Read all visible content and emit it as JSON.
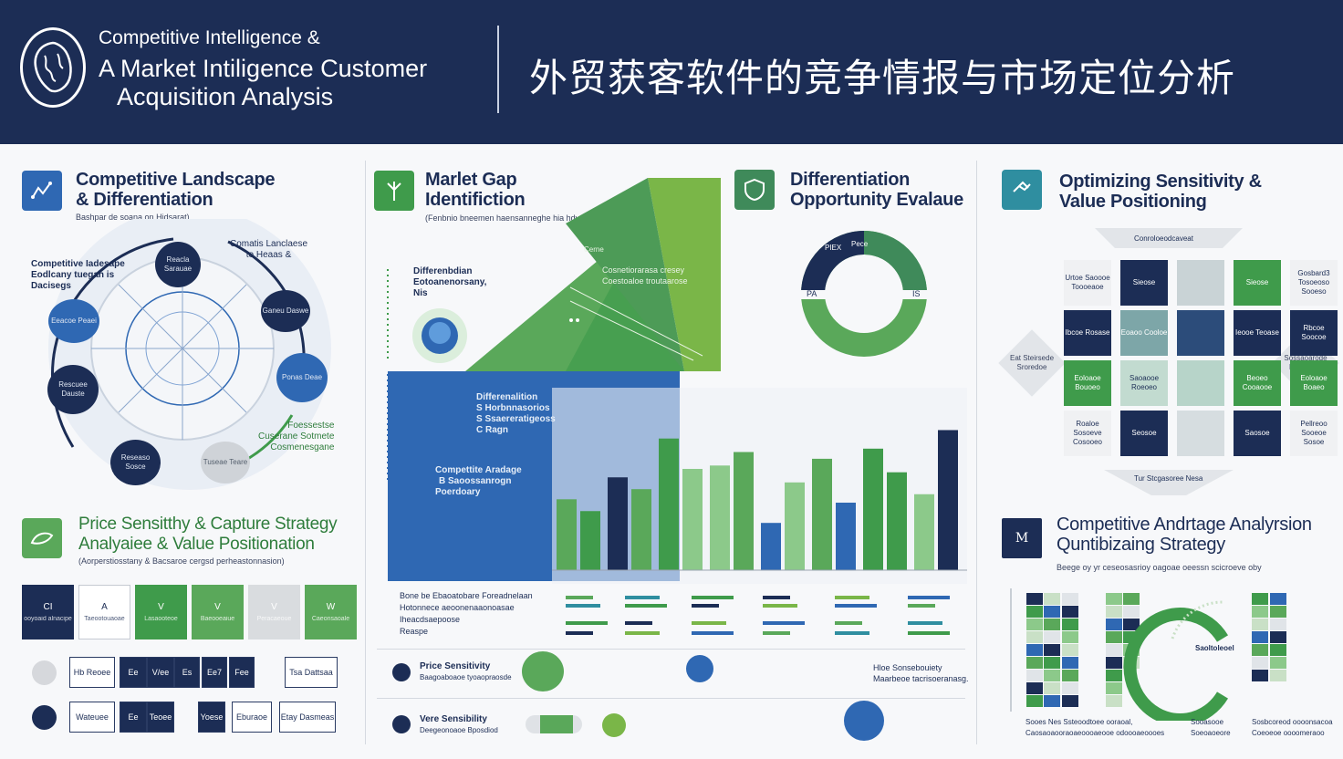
{
  "header": {
    "title_en_line1": "Competitive Intelligence &",
    "title_en_line2": "A Market Intiligence Customer",
    "title_en_line3": "Acquisition Analysis",
    "title_cn": "外贸获客软件的竞争情报与市场定位分析",
    "logo_icon": "globe-head-icon"
  },
  "section1": {
    "icon": "network-icon",
    "title_l1": "Competitive Landscape",
    "title_l2": "& Differentiation",
    "subtitle": "Bashpar de soana on Hidsarat)",
    "label_tl_1": "Competitive Iadesape",
    "label_tl_2": "Eodlcany tuegan is",
    "label_tl_3": "Dacisegs",
    "label_tr_1": "Comatis Lanclaese",
    "label_tr_2": "to Heaas &",
    "label_br_1": "Foessestse",
    "label_br_2": "Cuserane Sotmete",
    "label_br_3": "Cosmenesgane",
    "nodes": [
      "Reacla Sarauae",
      "Ganeu Daswe",
      "Eeacoe Peaei",
      "Rescuee Dauste",
      "Ponas Deae",
      "Reseaso Sosce",
      "Tuseae Teare"
    ],
    "colors": {
      "navy": "#1c2d55",
      "blue": "#2f68b3",
      "green": "#3f9b4b"
    }
  },
  "section2": {
    "icon": "leaf-chart-icon",
    "title_l1": "Price Sensitthy & Capture Strategy",
    "title_l2": "Analyaiee & Value Positionation",
    "subtitle": "(Aorperstiosstany & Bacsaroe cergsd perheastonnasion)",
    "tiles": [
      {
        "big": "CI",
        "small": "ooyoaid alnacipe"
      },
      {
        "big": "A",
        "small": "Taeootouaoae"
      },
      {
        "big": "V",
        "small": "Lasaooteoe"
      },
      {
        "big": "V",
        "small": "Baeooeaiue"
      },
      {
        "big": "V",
        "small": "Peracaeoue"
      },
      {
        "big": "W",
        "small": "Caeonsaoale"
      }
    ],
    "row1": [
      "Hb Reoee",
      "Ee",
      "V/ee",
      "Es",
      "Ee7",
      "Fee",
      "Tsa Dattsaa"
    ],
    "row2": [
      "Wateuee",
      "Ee",
      "Teoee",
      "Yoese",
      "Eburaoe",
      "Etay Dasmeas"
    ]
  },
  "section3": {
    "icon": "tree-icon",
    "title_l1": "Marlet Gap",
    "title_l2": "Identifiction",
    "subtitle": "(Fenbnio bneemen haensanneghe hia hdy",
    "diff_label_1": "Differenbdian",
    "diff_label_2": "Eotoanenorsany,",
    "diff_label_3": "Nis",
    "wedge_label_1": "Cosnetiorarasa cresey",
    "wedge_label_2": "Coestoaloe troutaarose",
    "wedge_small": "Cerne",
    "blue_label_1": "Differenalition",
    "blue_label_2": "S Horbnnasorios",
    "blue_label_3": "S Ssaereratigeoss",
    "blue_label_4": "C Ragn",
    "blue_label_5": "Compettite Aradage",
    "blue_label_6": "B Saoossanrogn",
    "blue_label_7": "Poerdoary",
    "legend": [
      "Bone be Ebaoatobare Foreadnelaan",
      "Hotonnece aeoonenaaonoasae",
      "Iheacdsaepoose",
      "Reaspe"
    ],
    "price_label_1": "Price Sensitivity",
    "price_label_2": "Baagoaboaoe tyoaopraosde",
    "value_label_1": "Vere Sensibility",
    "value_label_2": "Deegeonoaoe Bposdiod",
    "right_price_1": "Hloe Sonsebouiety",
    "right_price_2": "Maarbeoe tacrisoeranasg."
  },
  "chart_data": {
    "type": "bar",
    "categories": [],
    "series": [
      {
        "values": [
          42,
          55,
          78,
          62,
          28,
          66,
          72,
          45
        ]
      },
      {
        "values": [
          35,
          48,
          60,
          70,
          52,
          40,
          58,
          83
        ]
      }
    ]
  },
  "section4": {
    "icon": "shield-icon",
    "title_l1": "Differentiation",
    "title_l2": "Opportunity Evalaue",
    "donut_tl": "PIEX",
    "donut_tr": "Pece",
    "donut_l": "PA",
    "donut_r": "IS"
  },
  "section5": {
    "icon": "hands-icon",
    "title_l1": "Optimizing Sensitivity &",
    "title_l2": "Value Positioning",
    "top_label": "Conroloeodcaveat",
    "bottom_label": "Tur Stcgasoree Nesa",
    "left_label": "Eat Steirsede Sroredoe",
    "right_label": "Sossaoarode Basoaope",
    "tiles": [
      [
        "Urtoe Saoooe Toooeaoe",
        "Sieose",
        "",
        "Sieose",
        "Gosbard3 Tosoeoso Sooeso"
      ],
      [
        "Ibcoe Rosase",
        "Eoaoo Cooloe",
        "",
        "Ieooe Teoase",
        "Rbcoe Soocoe"
      ],
      [
        "Eoloaoe Bouoeo",
        "Saoaooe Roeoeo",
        "",
        "Beoeo Cooaooe",
        "Eoloaoe Boaeo"
      ],
      [
        "Roaloe Sosoeve Cosooeo",
        "Seosoe",
        "",
        "Saosoe",
        "Pellreoo Sooeoe Sosoe"
      ]
    ]
  },
  "section6": {
    "icon": "chart-m-icon",
    "title_l1": "Competitive Andrtage Analyrsion",
    "title_l2": "Quntibizaing Strategy",
    "subtitle": "Beege oy yr ceseosasrioy oagoae oeessn scicroeve oby",
    "gauge_label": "Saoltoleoel",
    "bottom_1_l1": "Sooes Nes Ssteoodtoee ooraoal,",
    "bottom_1_l2": "Caosaoaooraoaeoooaeooe odoooaeoooes",
    "bottom_2_l1": "Sooasooe",
    "bottom_2_l2": "Soeoaoeore",
    "bottom_3_l1": "Sosbcoreod oooonsacoa",
    "bottom_3_l2": "Coeoeoe oooomeraoo"
  }
}
